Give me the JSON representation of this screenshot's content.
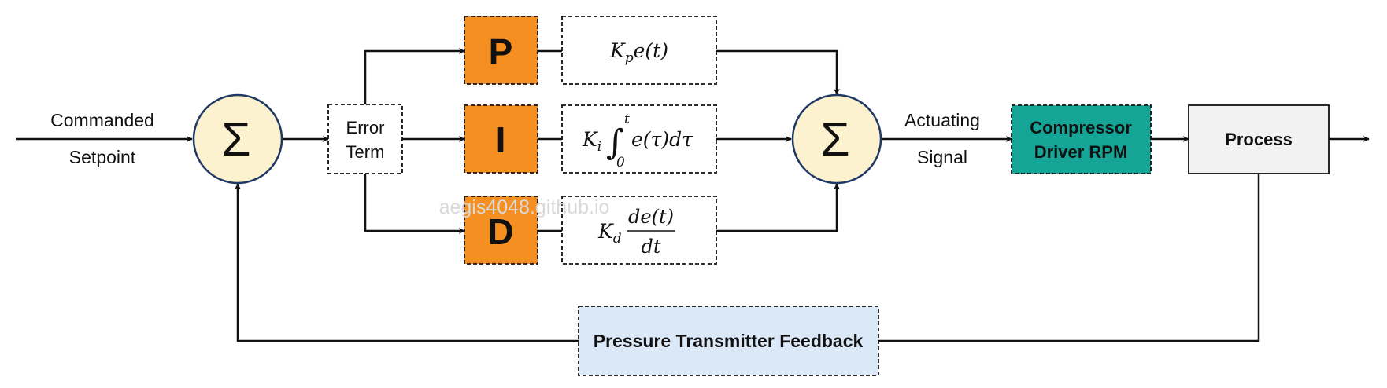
{
  "colors": {
    "sum_fill": "#fdf2cf",
    "sum_stroke": "#1f3864",
    "pid_fill": "#f58f22",
    "compressor_fill": "#14a596",
    "process_fill": "#f2f2f2",
    "feedback_fill": "#dbe8f8",
    "line": "#111111"
  },
  "input": {
    "line1": "Commanded",
    "line2": "Setpoint"
  },
  "sum_symbol": "Σ",
  "error_term": {
    "line1": "Error",
    "line2": "Term"
  },
  "pid": {
    "p": "P",
    "i": "I",
    "d": "D"
  },
  "terms": {
    "p": {
      "k": "K",
      "sub": "p",
      "rest": "e(t)"
    },
    "i": {
      "k": "K",
      "sub": "i",
      "integral": "∫",
      "upper": "t",
      "lower": "0",
      "rest": "e(τ)dτ"
    },
    "d": {
      "k": "K",
      "sub": "d",
      "numerator": "de(t)",
      "denominator": "dt"
    }
  },
  "actuating": {
    "line1": "Actuating",
    "line2": "Signal"
  },
  "compressor": {
    "line1": "Compressor",
    "line2": "Driver RPM"
  },
  "process": "Process",
  "feedback": "Pressure Transmitter Feedback",
  "watermark": "aegis4048.github.io"
}
